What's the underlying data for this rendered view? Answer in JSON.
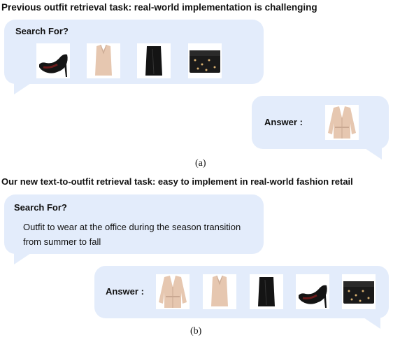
{
  "panel_a": {
    "title": "Previous outfit retrieval task: real-world implementation is challenging",
    "search_label": "Search For?",
    "query_items": [
      "heels-icon",
      "blouse-icon",
      "skirt-icon",
      "clutch-icon"
    ],
    "answer_label": "Answer :",
    "answer_items": [
      "cardigan-icon"
    ],
    "caption": "(a)"
  },
  "panel_b": {
    "title": "Our new text-to-outfit retrieval task: easy to implement in real-world fashion retail",
    "search_label": "Search For?",
    "query_text": "Outfit to wear at the office during the season transition from summer to fall",
    "answer_label": "Answer :",
    "answer_items": [
      "cardigan-icon",
      "blouse-icon",
      "skirt-icon",
      "heels-icon",
      "clutch-icon"
    ],
    "caption": "(b)"
  },
  "colors": {
    "bubble": "#e3ecfb",
    "beige": "#e6c7b0",
    "black": "#141414"
  }
}
